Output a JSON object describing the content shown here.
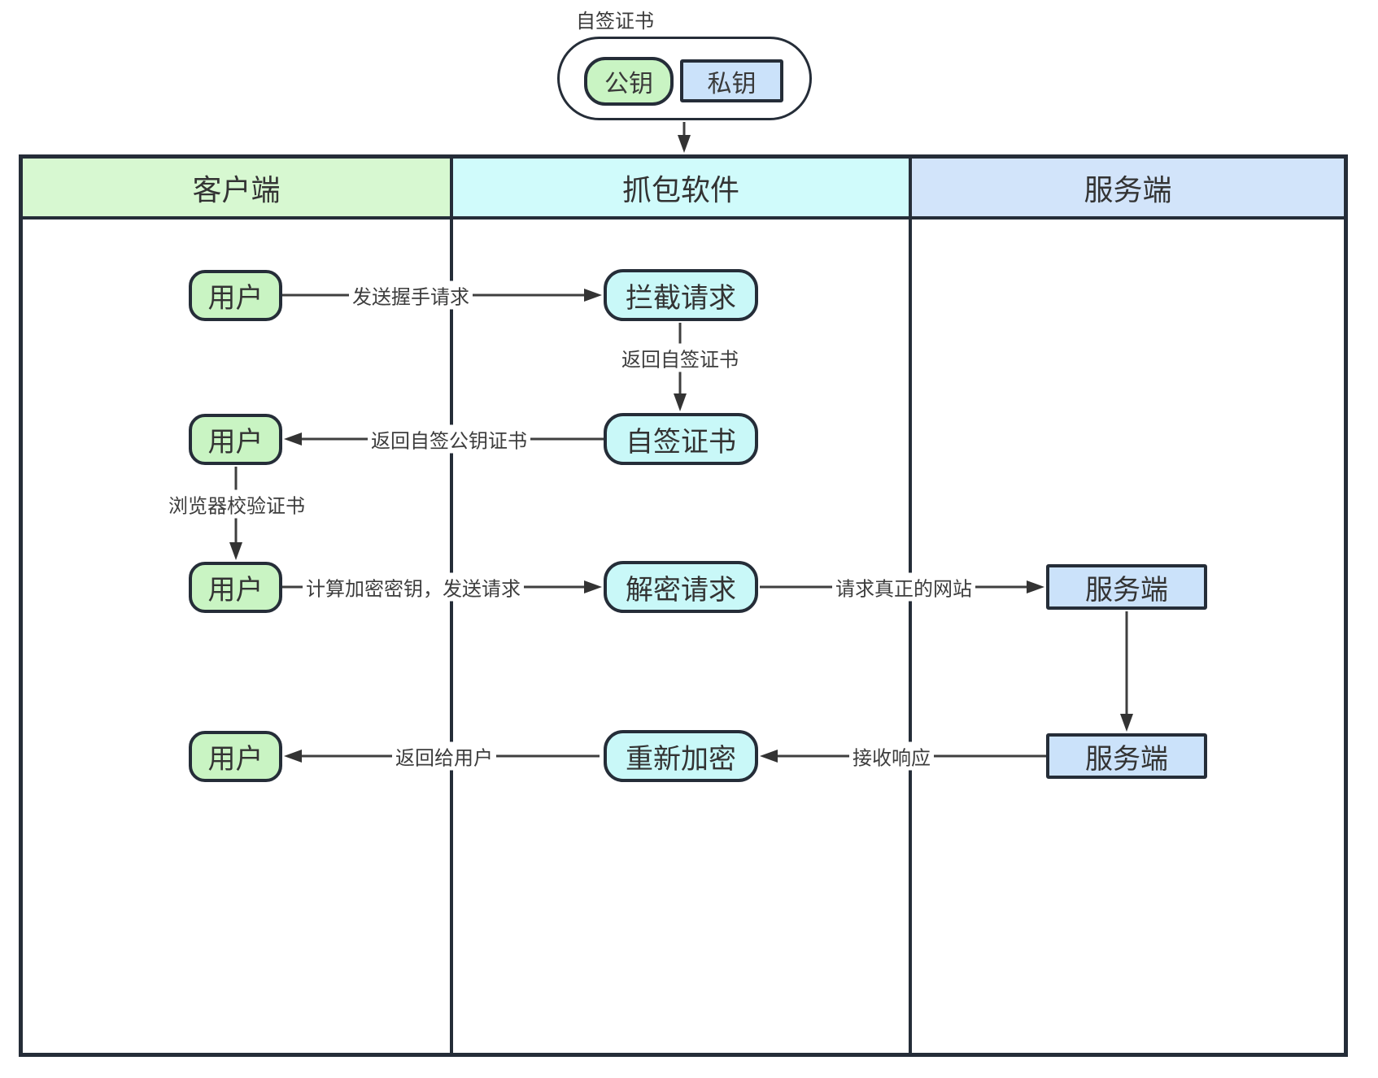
{
  "top": {
    "label": "自签证书",
    "public_key": "公钥",
    "private_key": "私钥"
  },
  "columns": [
    {
      "label": "客户端"
    },
    {
      "label": "抓包软件"
    },
    {
      "label": "服务端"
    }
  ],
  "nodes": {
    "user_row1": "用户",
    "user_row2": "用户",
    "user_row3": "用户",
    "user_row4": "用户",
    "intercept_request": "拦截请求",
    "self_signed_cert": "自签证书",
    "decrypt_request": "解密请求",
    "re_encrypt": "重新加密",
    "server_row3": "服务端",
    "server_row4": "服务端"
  },
  "edge_labels": {
    "send_handshake": "发送握手请求",
    "return_self_cert": "返回自签证书",
    "return_self_pubkey_cert": "返回自签公钥证书",
    "browser_verify_cert": "浏览器校验证书",
    "compute_key_send_request": "计算加密密钥，发送请求",
    "request_real_site": "请求真正的网站",
    "receive_response": "接收响应",
    "return_to_user": "返回给用户"
  },
  "colors": {
    "node-green": "#c9f4c3",
    "node-cyan": "#c9f8f8",
    "node-blue": "#cbe2fa",
    "header-green": "#d7f8d1",
    "header-cyan": "#d0fbfb",
    "header-blue": "#d2e4fa",
    "border-dark": "#252d38",
    "line": "#3f3f3f",
    "text": "#3a3a3a"
  }
}
